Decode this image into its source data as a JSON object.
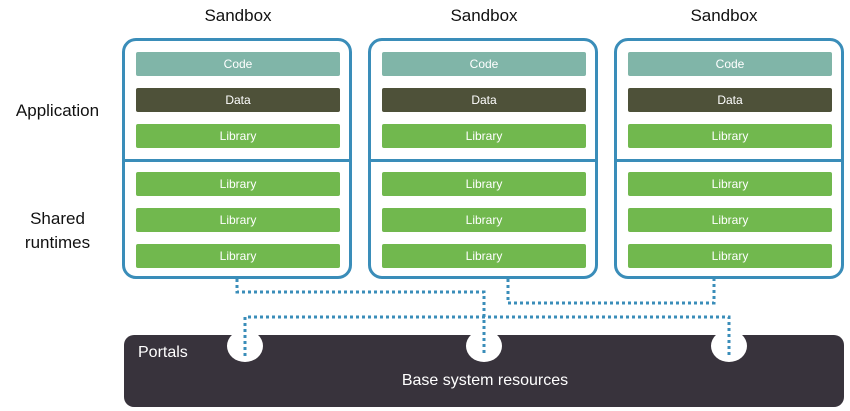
{
  "sandbox_label": "Sandbox",
  "side_labels": {
    "application": "Application",
    "shared_runtimes_line1": "Shared",
    "shared_runtimes_line2": "runtimes"
  },
  "blocks": {
    "code": "Code",
    "data": "Data",
    "library": "Library"
  },
  "base": {
    "portals": "Portals",
    "resources": "Base system resources"
  },
  "colors": {
    "border": "#3a8db9",
    "code": "#80b5a8",
    "data": "#4e5139",
    "library": "#71b84e",
    "base": "#38333c"
  }
}
